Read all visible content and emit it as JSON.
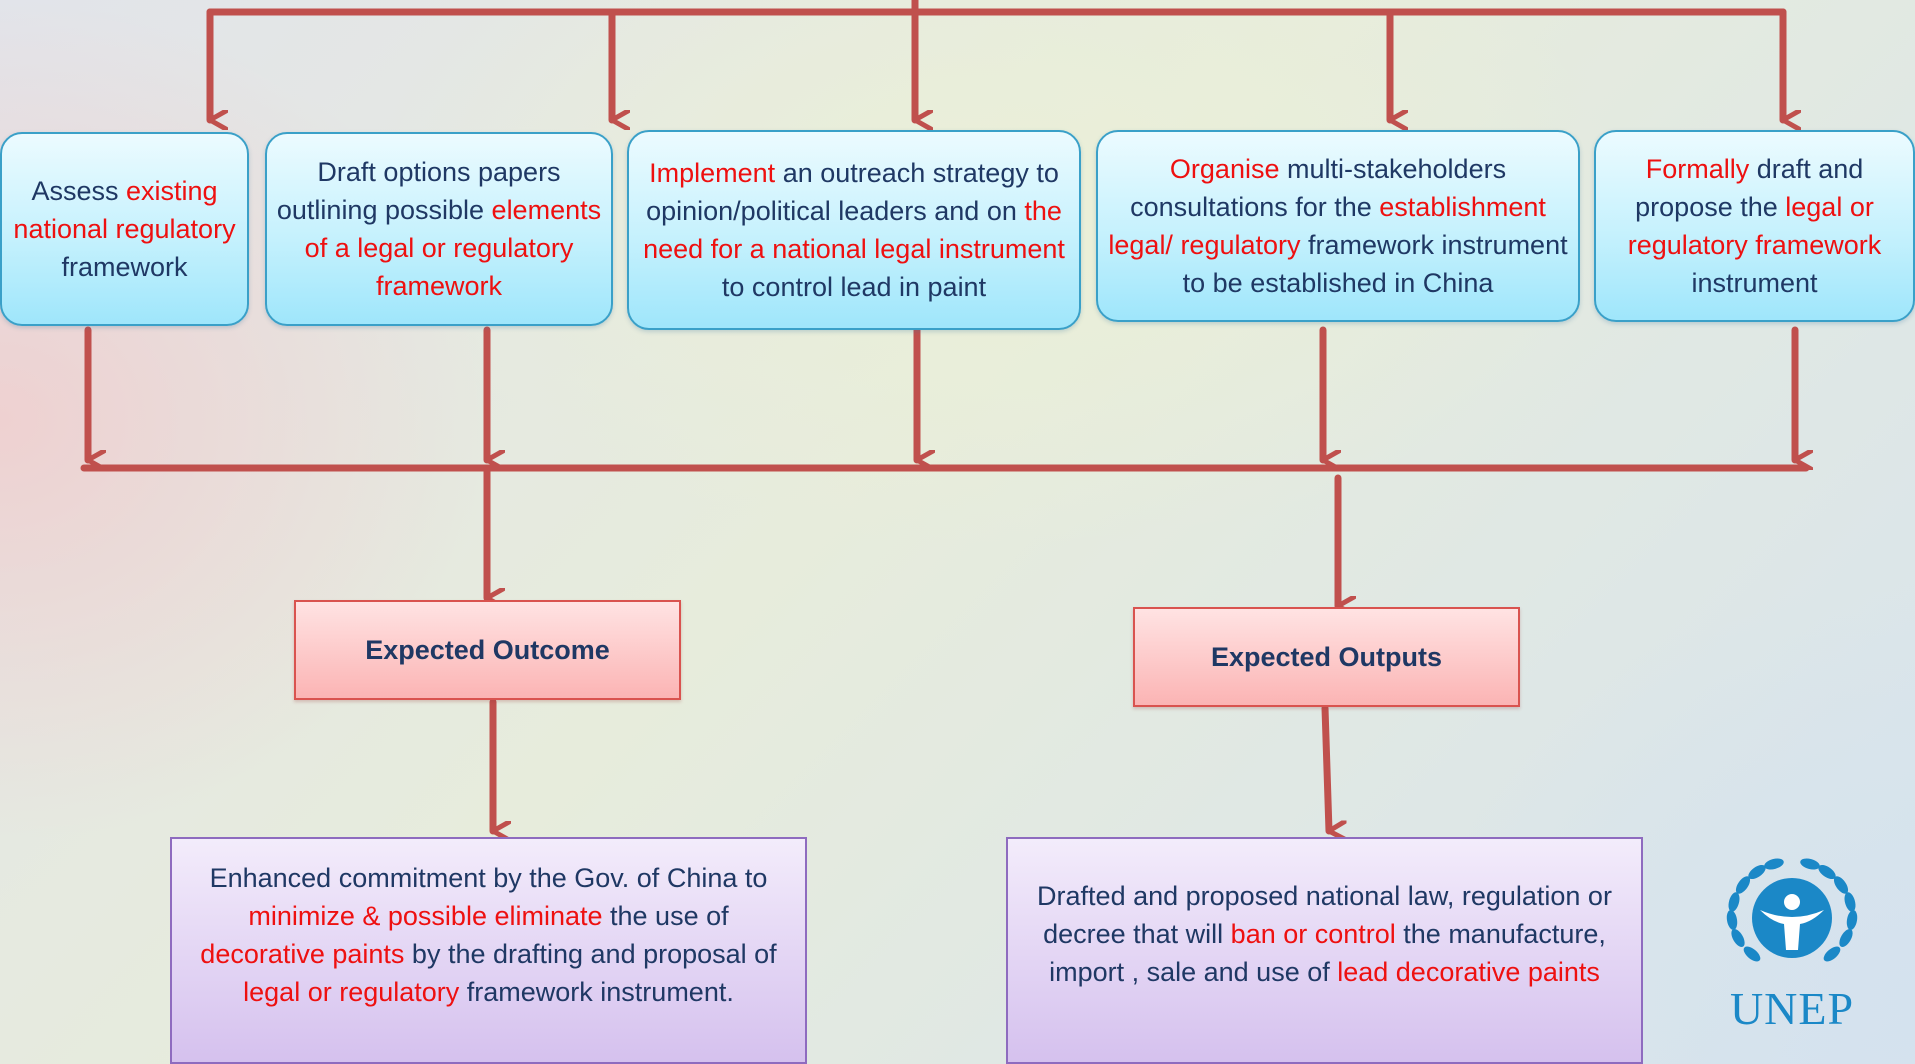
{
  "activities": [
    {
      "id": "assess",
      "segments": [
        {
          "text": "Assess ",
          "highlight": false
        },
        {
          "text": "existing national regulatory",
          "highlight": true
        },
        {
          "text": " framework",
          "highlight": false
        }
      ]
    },
    {
      "id": "draft-options",
      "segments": [
        {
          "text": "Draft options papers outlining possible ",
          "highlight": false
        },
        {
          "text": "elements of a legal or regulatory framework",
          "highlight": true
        }
      ]
    },
    {
      "id": "implement",
      "segments": [
        {
          "text": "Implement",
          "highlight": true
        },
        {
          "text": " an outreach strategy to opinion/political leaders and on ",
          "highlight": false
        },
        {
          "text": "the need for a national legal instrument",
          "highlight": true
        },
        {
          "text": " to control lead in paint",
          "highlight": false
        }
      ]
    },
    {
      "id": "organise",
      "segments": [
        {
          "text": "Organise",
          "highlight": true
        },
        {
          "text": " multi-stakeholders consultations for the ",
          "highlight": false
        },
        {
          "text": "establishment legal/ regulatory",
          "highlight": true
        },
        {
          "text": " framework instrument to be established in China",
          "highlight": false
        }
      ]
    },
    {
      "id": "formally-draft",
      "segments": [
        {
          "text": "Formally",
          "highlight": true
        },
        {
          "text": " draft and propose the ",
          "highlight": false
        },
        {
          "text": "legal or regulatory framework",
          "highlight": true
        },
        {
          "text": " instrument",
          "highlight": false
        }
      ]
    }
  ],
  "expected": {
    "outcome_label": "Expected Outcome",
    "outputs_label": "Expected Outputs"
  },
  "results": {
    "outcome": [
      {
        "text": "Enhanced commitment by the Gov. of China to ",
        "highlight": false
      },
      {
        "text": "minimize & possible eliminate",
        "highlight": true
      },
      {
        "text": " the use of ",
        "highlight": false
      },
      {
        "text": "decorative paints",
        "highlight": true
      },
      {
        "text": " by the drafting and proposal of ",
        "highlight": false
      },
      {
        "text": "legal or regulatory",
        "highlight": true
      },
      {
        "text": " framework instrument.",
        "highlight": false
      }
    ],
    "outputs": [
      {
        "text": "Drafted and proposed national law, regulation or decree that will ",
        "highlight": false
      },
      {
        "text": "ban or control",
        "highlight": true
      },
      {
        "text": " the manufacture, import , sale and use of ",
        "highlight": false
      },
      {
        "text": "lead decorative paints",
        "highlight": true
      }
    ]
  },
  "logo": {
    "text": "UNEP",
    "icon": "unep-wreath-logo-icon"
  },
  "colors": {
    "arrow": "#c0504d",
    "highlight_text": "#ee1010",
    "body_text": "#1f3864",
    "activity_fill": "#c5f1fd",
    "expected_fill": "#fbb4b4",
    "result_fill": "#d5c1ee",
    "logo_blue": "#1b88c7"
  }
}
